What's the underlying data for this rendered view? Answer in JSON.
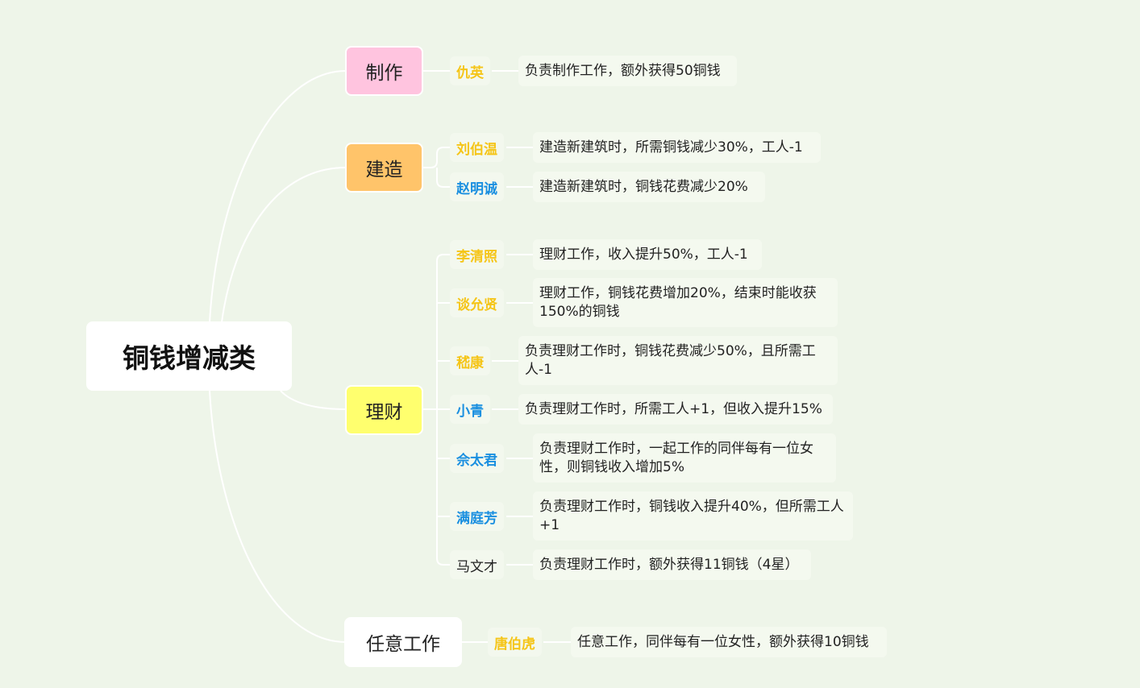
{
  "colors": {
    "background": "#eef5e9",
    "line": "#ffffff",
    "gold": "#f5c518",
    "blue": "#1a8fe0",
    "cat_pink": "#ffc4df",
    "cat_orange": "#ffc46a",
    "cat_yellow": "#ffff6e",
    "cat_white": "#ffffff"
  },
  "root": {
    "label": "铜钱增减类"
  },
  "categories": [
    {
      "label": "制作",
      "color": "#ffc4df",
      "items": [
        {
          "name": "仇英",
          "name_color": "gold",
          "desc": "负责制作工作，额外获得50铜钱"
        }
      ]
    },
    {
      "label": "建造",
      "color": "#ffc46a",
      "items": [
        {
          "name": "刘伯温",
          "name_color": "gold",
          "desc": "建造新建筑时，所需铜钱减少30%，工人-1"
        },
        {
          "name": "赵明诚",
          "name_color": "blue",
          "desc": "建造新建筑时，铜钱花费减少20%"
        }
      ]
    },
    {
      "label": "理财",
      "color": "#ffff6e",
      "items": [
        {
          "name": "李清照",
          "name_color": "gold",
          "desc": "理财工作，收入提升50%，工人-1"
        },
        {
          "name": "谈允贤",
          "name_color": "gold",
          "desc": "理财工作，铜钱花费增加20%，结束时能收获150%的铜钱"
        },
        {
          "name": "嵇康",
          "name_color": "gold",
          "desc": "负责理财工作时，铜钱花费减少50%，且所需工人-1"
        },
        {
          "name": "小青",
          "name_color": "blue",
          "desc": "负责理财工作时，所需工人+1，但收入提升15%"
        },
        {
          "name": "佘太君",
          "name_color": "blue",
          "desc": "负责理财工作时，一起工作的同伴每有一位女性，则铜钱收入增加5%"
        },
        {
          "name": "满庭芳",
          "name_color": "blue",
          "desc": "负责理财工作时，铜钱收入提升40%，但所需工人+1"
        },
        {
          "name": "马文才",
          "name_color": "plain",
          "desc": "负责理财工作时，额外获得11铜钱（4星）"
        }
      ]
    },
    {
      "label": "任意工作",
      "color": "#ffffff",
      "items": [
        {
          "name": "唐伯虎",
          "name_color": "gold",
          "desc": "任意工作，同伴每有一位女性，额外获得10铜钱"
        }
      ]
    }
  ]
}
